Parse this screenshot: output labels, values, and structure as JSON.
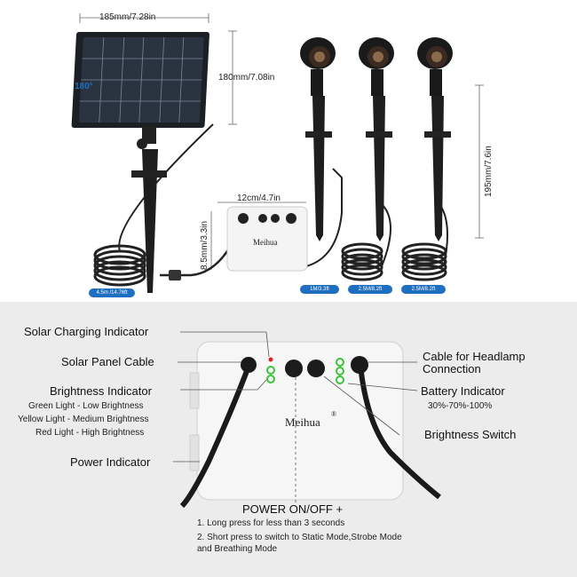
{
  "dimensions": {
    "panel_width": "185mm/7.28in",
    "panel_height": "180mm/7.08in",
    "panel_rotation": "180°",
    "box_width": "12cm/4.7in",
    "box_height": "8.5mm/3.3in",
    "light_height": "195mm/7.6in"
  },
  "cable_tags": [
    "4.5m /14.76ft",
    "1M/3.3ft",
    "2.5M/8.2ft",
    "2.5M/8.2ft"
  ],
  "brand": "Meihua",
  "labels": {
    "solar_charging": "Solar Charging Indicator",
    "solar_cable": "Solar Panel Cable",
    "brightness_indicator": "Brightness Indicator",
    "green": "Green Light - Low Brightness",
    "yellow": "Yellow Light - Medium Brightness",
    "red": "Red Light - High Brightness",
    "power_indicator": "Power Indicator",
    "headlamp_cable": "Cable for Headlamp",
    "headlamp_cable2": "Connection",
    "battery_indicator": "Battery Indicator",
    "battery_levels": "30%-70%-100%",
    "brightness_switch": "Brightness Switch",
    "power_title": "POWER ON/OFF +",
    "power_line1": "1. Long press for less than 3 seconds",
    "power_line2": "2. Short press to switch to Static Mode,Strobe Mode",
    "power_line3": "and Breathing Mode"
  },
  "colors": {
    "accent_blue": "#1f6fc0",
    "led_green": "#3cc43c",
    "led_red": "#e02020"
  }
}
